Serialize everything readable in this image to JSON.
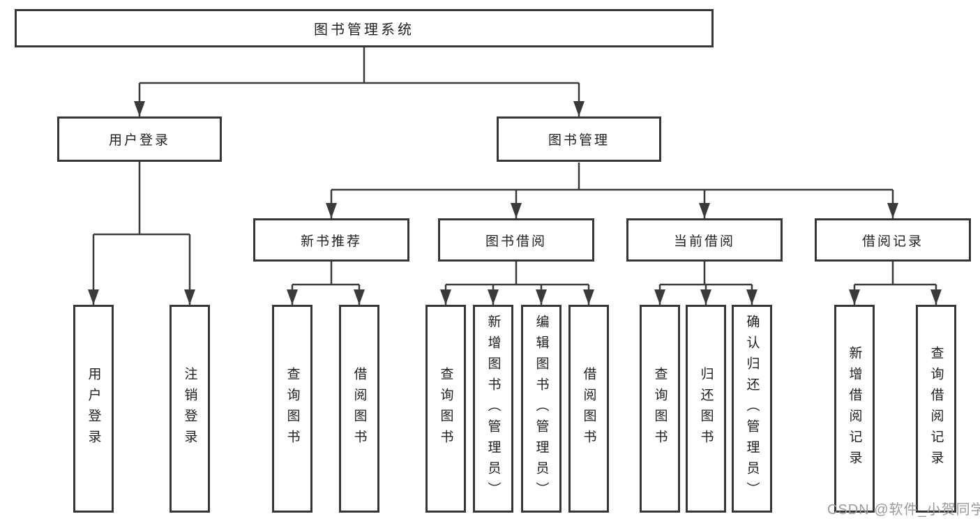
{
  "tree": {
    "root": {
      "label": "图书管理系统"
    },
    "user_login": {
      "label": "用户登录",
      "children": [
        {
          "label": "用户登录"
        },
        {
          "label": "注销登录"
        }
      ]
    },
    "book_management": {
      "label": "图书管理",
      "sections": [
        {
          "label": "新书推荐",
          "children": [
            {
              "label": "查询图书"
            },
            {
              "label": "借阅图书"
            }
          ]
        },
        {
          "label": "图书借阅",
          "children": [
            {
              "label": "查询图书"
            },
            {
              "label": "新增图书（管理员）"
            },
            {
              "label": "编辑图书（管理员）"
            },
            {
              "label": "借阅图书"
            }
          ]
        },
        {
          "label": "当前借阅",
          "children": [
            {
              "label": "查询图书"
            },
            {
              "label": "归还图书"
            },
            {
              "label": "确认归还（管理员）"
            }
          ]
        },
        {
          "label": "借阅记录",
          "children": [
            {
              "label": "新增借阅记录"
            },
            {
              "label": "查询借阅记录"
            }
          ]
        }
      ]
    }
  },
  "colors": {
    "line": "#3a3a3a",
    "box_border": "#363636",
    "text": "#1f1f1f",
    "watermark": "#9a9a9a",
    "background": "#ffffff"
  },
  "watermark": {
    "text": "CSDN @软件_小贺同学"
  }
}
